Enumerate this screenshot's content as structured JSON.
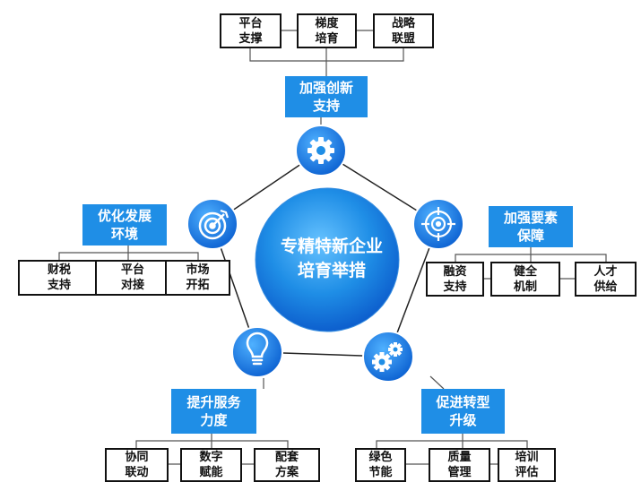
{
  "center": {
    "text": "专精特新企业\n培育举措"
  },
  "branches": {
    "top": {
      "title": "加强创新\n支持",
      "icon": "gear-icon",
      "items": [
        "平台\n支撑",
        "梯度\n培育",
        "战略\n联盟"
      ]
    },
    "left": {
      "title": "优化发展\n环境",
      "icon": "target-arrow-icon",
      "items": [
        "财税\n支持",
        "平台\n对接",
        "市场\n开拓"
      ]
    },
    "right": {
      "title": "加强要素\n保障",
      "icon": "crosshair-icon",
      "items": [
        "融资\n支持",
        "健全\n机制",
        "人才\n供给"
      ]
    },
    "bottom_left": {
      "title": "提升服务\n力度",
      "icon": "lightbulb-icon",
      "items": [
        "协同\n联动",
        "数字\n赋能",
        "配套\n方案"
      ]
    },
    "bottom_right": {
      "title": "促进转型\n升级",
      "icon": "gears-icon",
      "items": [
        "绿色\n节能",
        "质量\n管理",
        "培训\n评估"
      ]
    }
  },
  "colors": {
    "accent": "#1f8ee6",
    "center_light": "#5ab8ff",
    "center_dark": "#0d5fcf",
    "line": "#222222"
  }
}
